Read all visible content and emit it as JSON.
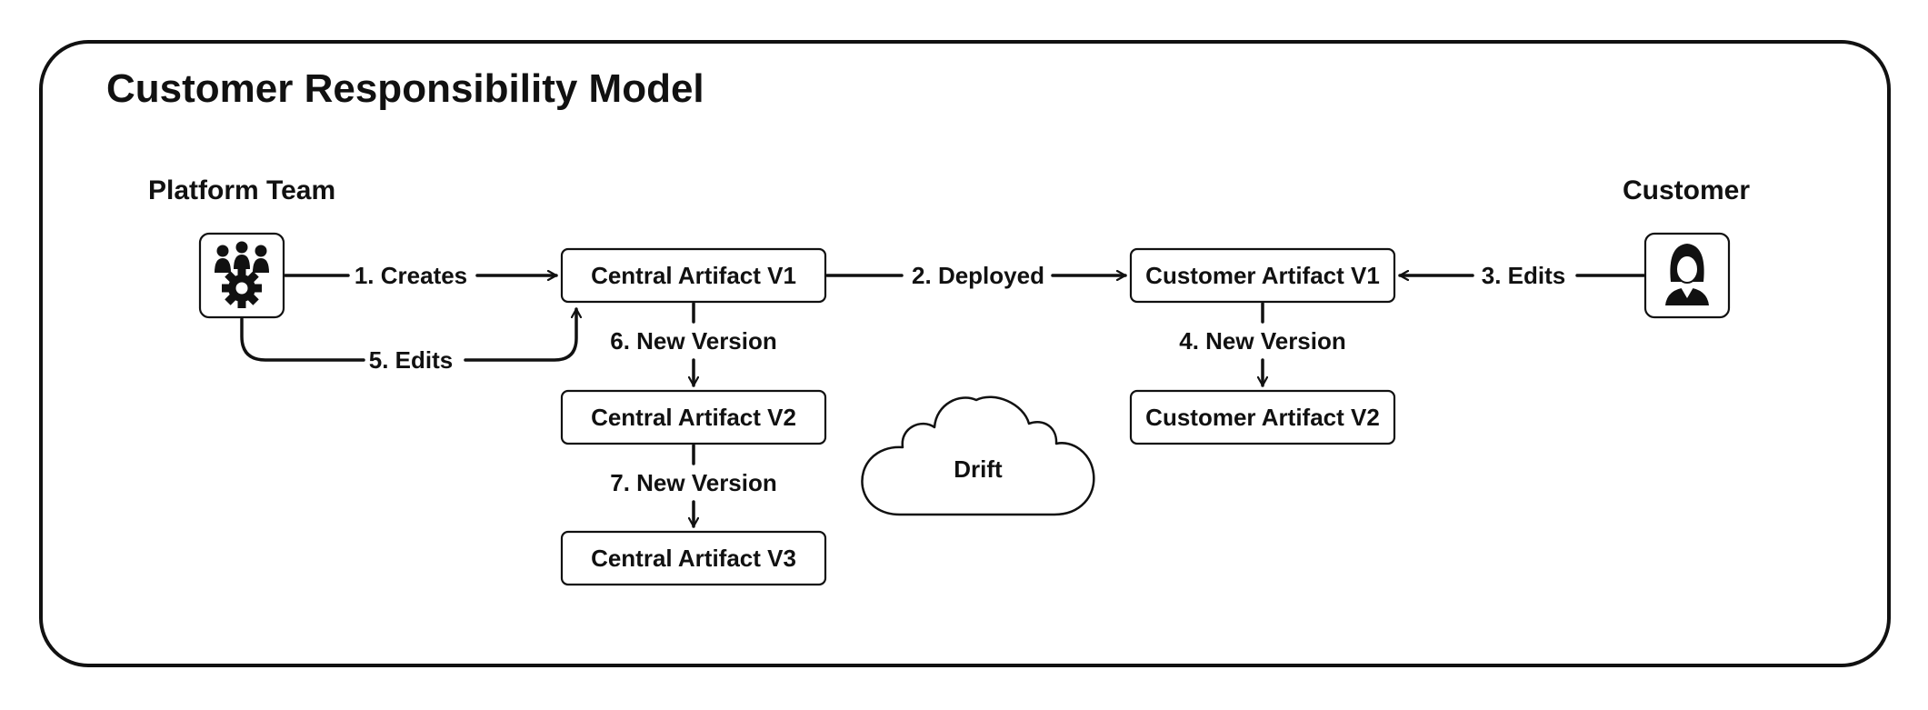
{
  "title": "Customer Responsibility Model",
  "actors": {
    "platform_team": {
      "label": "Platform Team",
      "icon": "team-gear-icon"
    },
    "customer": {
      "label": "Customer",
      "icon": "customer-person-icon"
    }
  },
  "nodes": {
    "central_v1": "Central Artifact V1",
    "central_v2": "Central Artifact V2",
    "central_v3": "Central Artifact V3",
    "customer_v1": "Customer Artifact V1",
    "customer_v2": "Customer Artifact V2",
    "drift": "Drift"
  },
  "edges": {
    "creates": "1. Creates",
    "deployed": "2. Deployed",
    "customer_edits": "3. Edits",
    "customer_new_version": "4. New Version",
    "platform_edits": "5. Edits",
    "central_new_version_6": "6. New Version",
    "central_new_version_7": "7. New Version"
  },
  "colors": {
    "stroke": "#111111",
    "background": "#ffffff"
  }
}
